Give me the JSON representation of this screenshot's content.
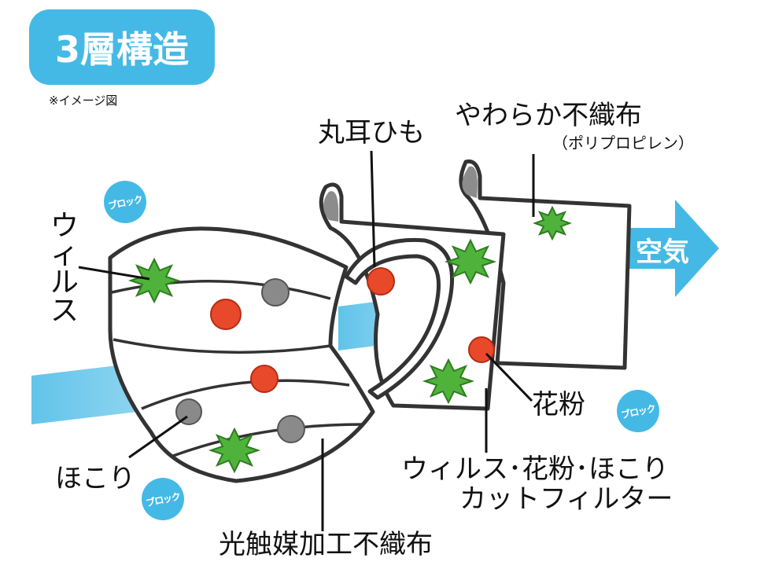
{
  "title": "3層構造",
  "note": "※イメージ図",
  "labels": {
    "virus": "ウィルス",
    "dust": "ほこり",
    "ear_loop": "丸耳ひも",
    "soft_fabric": "やわらか不織布",
    "soft_fabric_material": "（ポリプロピレン）",
    "pollen": "花粉",
    "filter_line1": "ウィルス･花粉･ほこり",
    "filter_line2": "カットフィルター",
    "photocatalyst": "光触媒加工不織布",
    "air": "空気",
    "block": "ブロック"
  },
  "colors": {
    "accent": "#45b9e6",
    "pollen": "#e8492a",
    "virus": "#4fb33b",
    "dust": "#8a8a8a",
    "outline": "#333333"
  }
}
